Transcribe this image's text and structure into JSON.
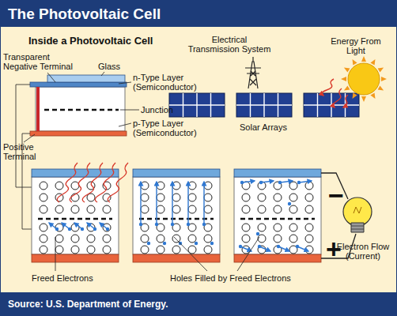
{
  "diagram": {
    "title": "The Photovoltaic Cell",
    "caption": "Source: U.S. Department of Energy.",
    "labels": [
      "Inside a Photovoltaic Cell",
      "Transparent Negative Terminal",
      "Glass",
      "n-Type Layer (Semiconductor)",
      "Junction",
      "p-Type Layer (Semiconductor)",
      "Positive Terminal",
      "Electrical Transmission System",
      "Energy From Light",
      "Solar Arrays",
      "Freed Electrons",
      "Holes Filled by Freed Electrons",
      "−",
      "+",
      "Electron Flow (Current)"
    ]
  }
}
